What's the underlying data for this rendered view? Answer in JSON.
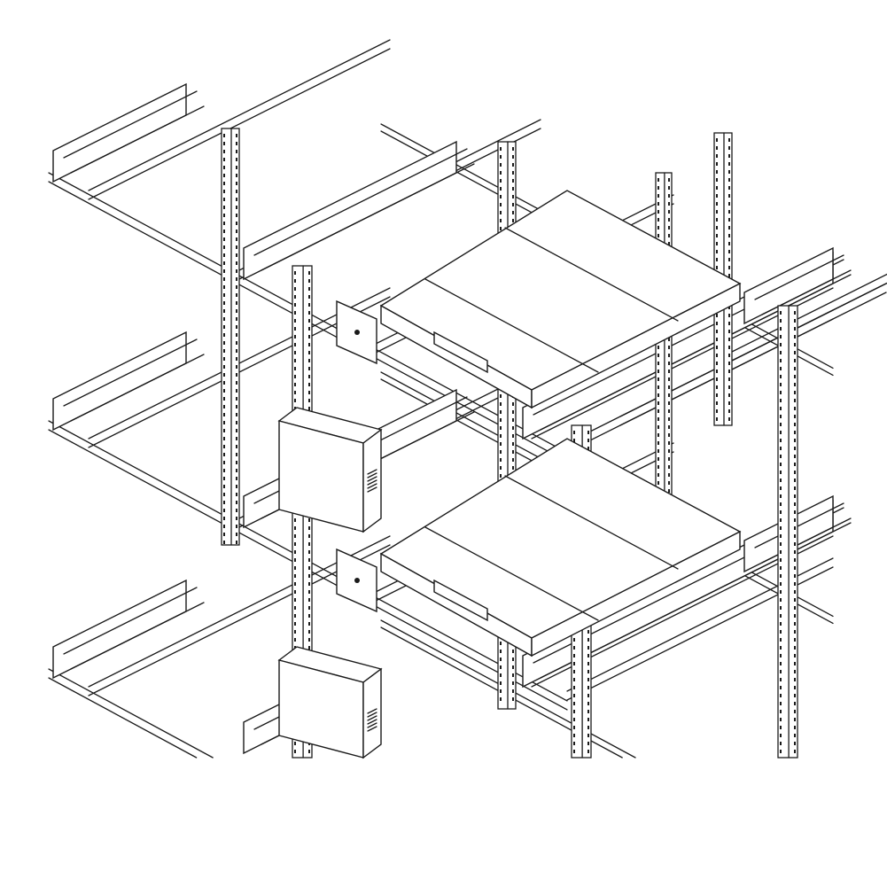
{
  "diagram": {
    "subject": "",
    "line_color": "#1a1a1a",
    "background": "#ffffff",
    "components": {
      "uprights": 7,
      "rack_units": 2,
      "enclosures": 2,
      "shelf_levels": 3
    }
  }
}
